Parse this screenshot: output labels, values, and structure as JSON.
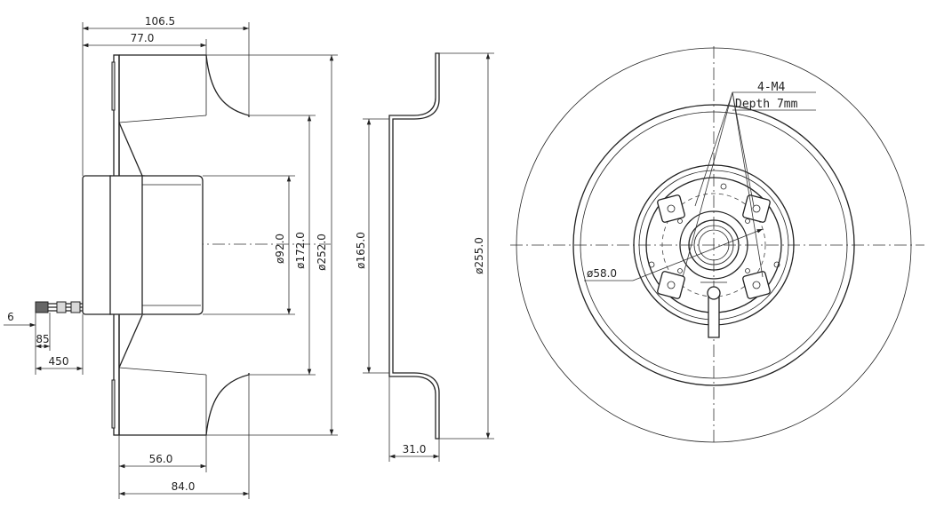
{
  "side_view": {
    "dims": {
      "overall_depth": "106.5",
      "impeller_depth": "77.0",
      "dia_hub": "ø92.0",
      "dia_inlet": "ø172.0",
      "dia_impeller": "ø252.0",
      "wire_6": "6",
      "wire_85": "85",
      "wire_450": "450",
      "bottom_56": "56.0",
      "bottom_84": "84.0"
    }
  },
  "inlet_ring": {
    "dims": {
      "dia_ring_inner": "ø165.0",
      "dia_ring_outer": "ø255.0",
      "ring_depth": "31.0"
    }
  },
  "front_view": {
    "dims": {
      "dia_mount": "ø58.0"
    },
    "note": {
      "line1": "4-M4",
      "line2": "Depth 7mm"
    }
  }
}
